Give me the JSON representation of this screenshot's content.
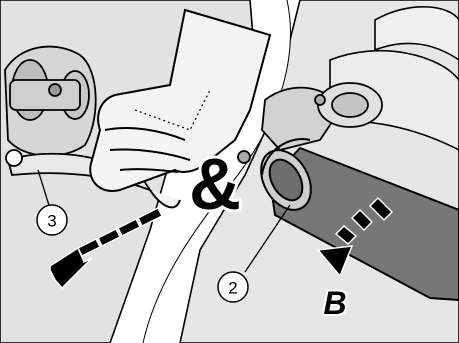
{
  "illustration": {
    "subject": "handlebar-throttle-grip-operation",
    "callouts": [
      {
        "id": "grip",
        "label": "2"
      },
      {
        "id": "lever",
        "label": "3"
      }
    ],
    "combined_action_symbol": "&",
    "rotation_direction_label": "B",
    "colors": {
      "line": "#000000",
      "panel_fill": "#e4e4e4",
      "grip_fill": "#777777",
      "background": "#ffffff"
    },
    "icons": [
      "dashed-arrow-icon",
      "curved-rotation-arrow-icon"
    ]
  }
}
